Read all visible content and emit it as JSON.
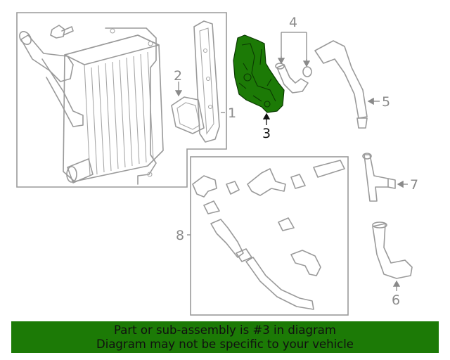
{
  "callouts": {
    "c1": "1",
    "c2": "2",
    "c3": "3",
    "c4": "4",
    "c5": "5",
    "c6": "6",
    "c7": "7",
    "c8": "8"
  },
  "highlight_color": "#1c7a06",
  "banner": {
    "line1": "Part or sub-assembly is #3 in diagram",
    "line2": "Diagram may not be specific to your vehicle"
  }
}
